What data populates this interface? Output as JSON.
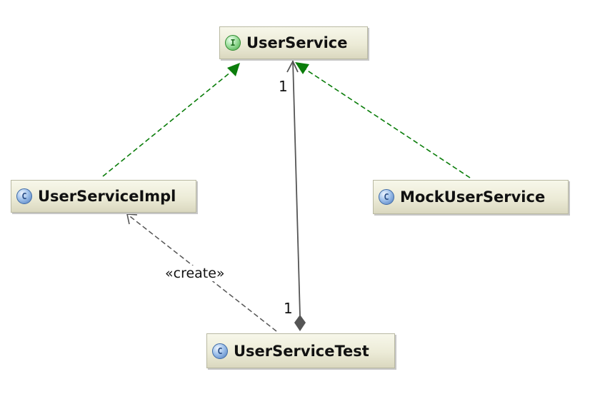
{
  "diagram": {
    "nodes": {
      "user_service": {
        "label": "UserService",
        "icon": "interface-icon",
        "icon_text": "I"
      },
      "user_service_impl": {
        "label": "UserServiceImpl",
        "icon": "class-icon",
        "icon_text": "C"
      },
      "mock_user_service": {
        "label": "MockUserService",
        "icon": "class-icon",
        "icon_text": "C"
      },
      "user_service_test": {
        "label": "UserServiceTest",
        "icon": "class-icon",
        "icon_text": "C"
      }
    },
    "relationships": {
      "implements_impl": {
        "from": "UserServiceImpl",
        "to": "UserService",
        "style": "dashed",
        "color": "#0a7d0a"
      },
      "implements_mock": {
        "from": "MockUserService",
        "to": "UserService",
        "style": "dashed",
        "color": "#0a7d0a"
      },
      "composition": {
        "from": "UserServiceTest",
        "to": "UserService",
        "multiplicity_source": "1",
        "multiplicity_target": "1",
        "color": "#555555"
      },
      "create": {
        "from": "UserServiceTest",
        "to": "UserServiceImpl",
        "label": "«create»",
        "style": "dashed",
        "color": "#555555"
      }
    },
    "colors": {
      "interface_arrow": "#0a7d0a",
      "association": "#555555",
      "node_border": "#b9b9a2"
    }
  }
}
